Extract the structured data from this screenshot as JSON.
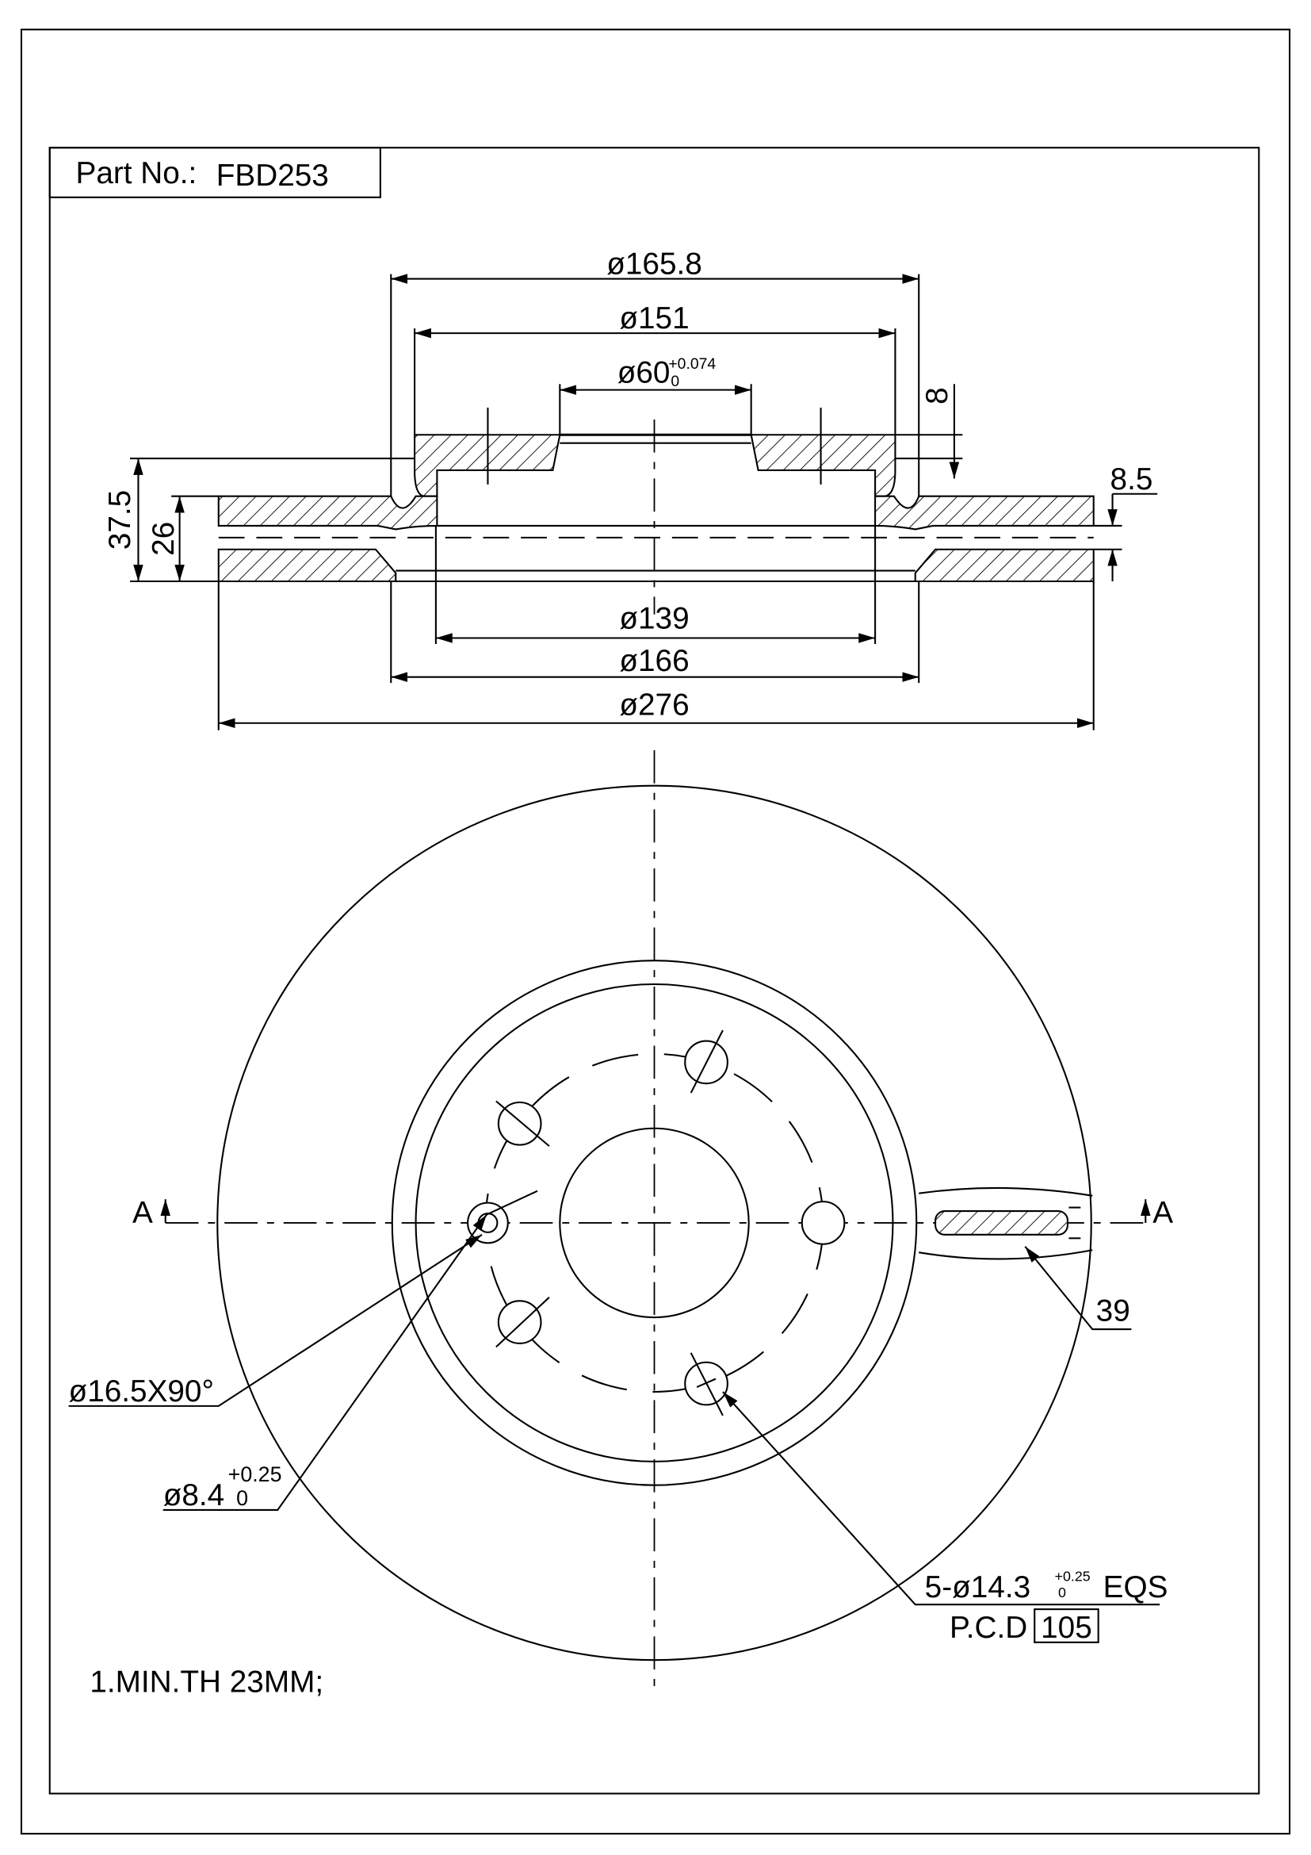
{
  "title_block": {
    "part_label": "Part No.:",
    "part_number": "FBD253"
  },
  "section_view": {
    "dims": {
      "d_hat_outer": "ø165.8",
      "d_hat_inner": "ø151",
      "d_bore": "ø60",
      "d_bore_tol_upper": "+0.074",
      "d_bore_tol_lower": "0",
      "hat_thickness": "8",
      "vent_width": "8.5",
      "total_height": "37.5",
      "disc_thickness": "26",
      "d_139": "ø139",
      "d_166": "ø166",
      "d_276": "ø276"
    }
  },
  "front_view": {
    "section_mark_left": "A",
    "section_mark_right": "A",
    "vanes": "39",
    "chamfer": "ø16.5X90°",
    "set_hole": "ø8.4",
    "set_hole_tol_upper": "+0.25",
    "set_hole_tol_lower": "0",
    "bolt_holes": "5-ø14.3",
    "bolt_tol_upper": "+0.25",
    "bolt_tol_lower": "0",
    "bolt_suffix": "EQS",
    "pcd_label": "P.C.D",
    "pcd_value": "105"
  },
  "notes": [
    "1.MIN.TH 23MM;"
  ]
}
